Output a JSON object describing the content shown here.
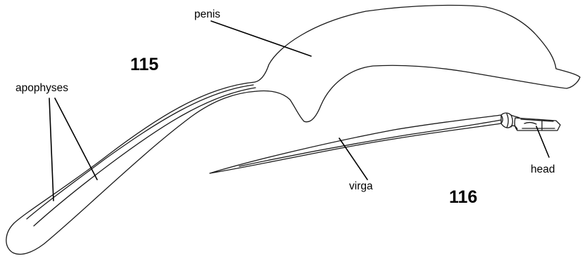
{
  "figure_numbers": {
    "fig_115": "115",
    "fig_116": "116"
  },
  "labels": {
    "penis": "penis",
    "apophyses": "apophyses",
    "virga": "virga",
    "head": "head"
  }
}
